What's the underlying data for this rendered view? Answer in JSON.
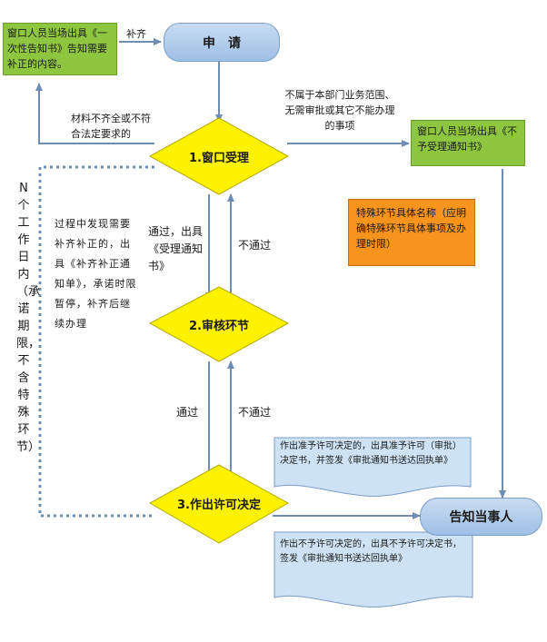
{
  "nodes": {
    "apply": "申　请",
    "window_accept": "1.窗口受理",
    "review": "2.审核环节",
    "decision": "3.作出许可决定",
    "notify": "告知当事人"
  },
  "boxes": {
    "supplement_notice": "窗口人员当场出具《一次性告知书》告知需要补正的内容。",
    "reject_notice": "窗口人员当场出具《不予受理通知书》",
    "special_step": "特殊环节具体名称（应明确特殊环节具体事项及办理时限）",
    "grant_note": "作出准予许可决定的，出具准予许可（审批）决定书，并签发《审批通知书送达回执单》",
    "deny_note": "作出不予许可决定的，出具不予许可决定书，签发《审批通知书送达回执单》"
  },
  "labels": {
    "supplement": "补齐",
    "incomplete": "材料不齐全或不符合法定要求的",
    "out_of_scope": "不属于本部门业务范围、无需审批或其它不能办理的事项",
    "pass_issue": "通过，出具《受理通知书》",
    "not_pass_1": "不通过",
    "pass_2": "通过",
    "not_pass_2": "不通过",
    "found_during": "过程中发现需要补齐补正的，出具《补齐补正通知单》，承诺时限暂停，补齐后继续办理",
    "deadline_vertical": "N个工作日内（承诺期限，不含特殊环节）"
  }
}
